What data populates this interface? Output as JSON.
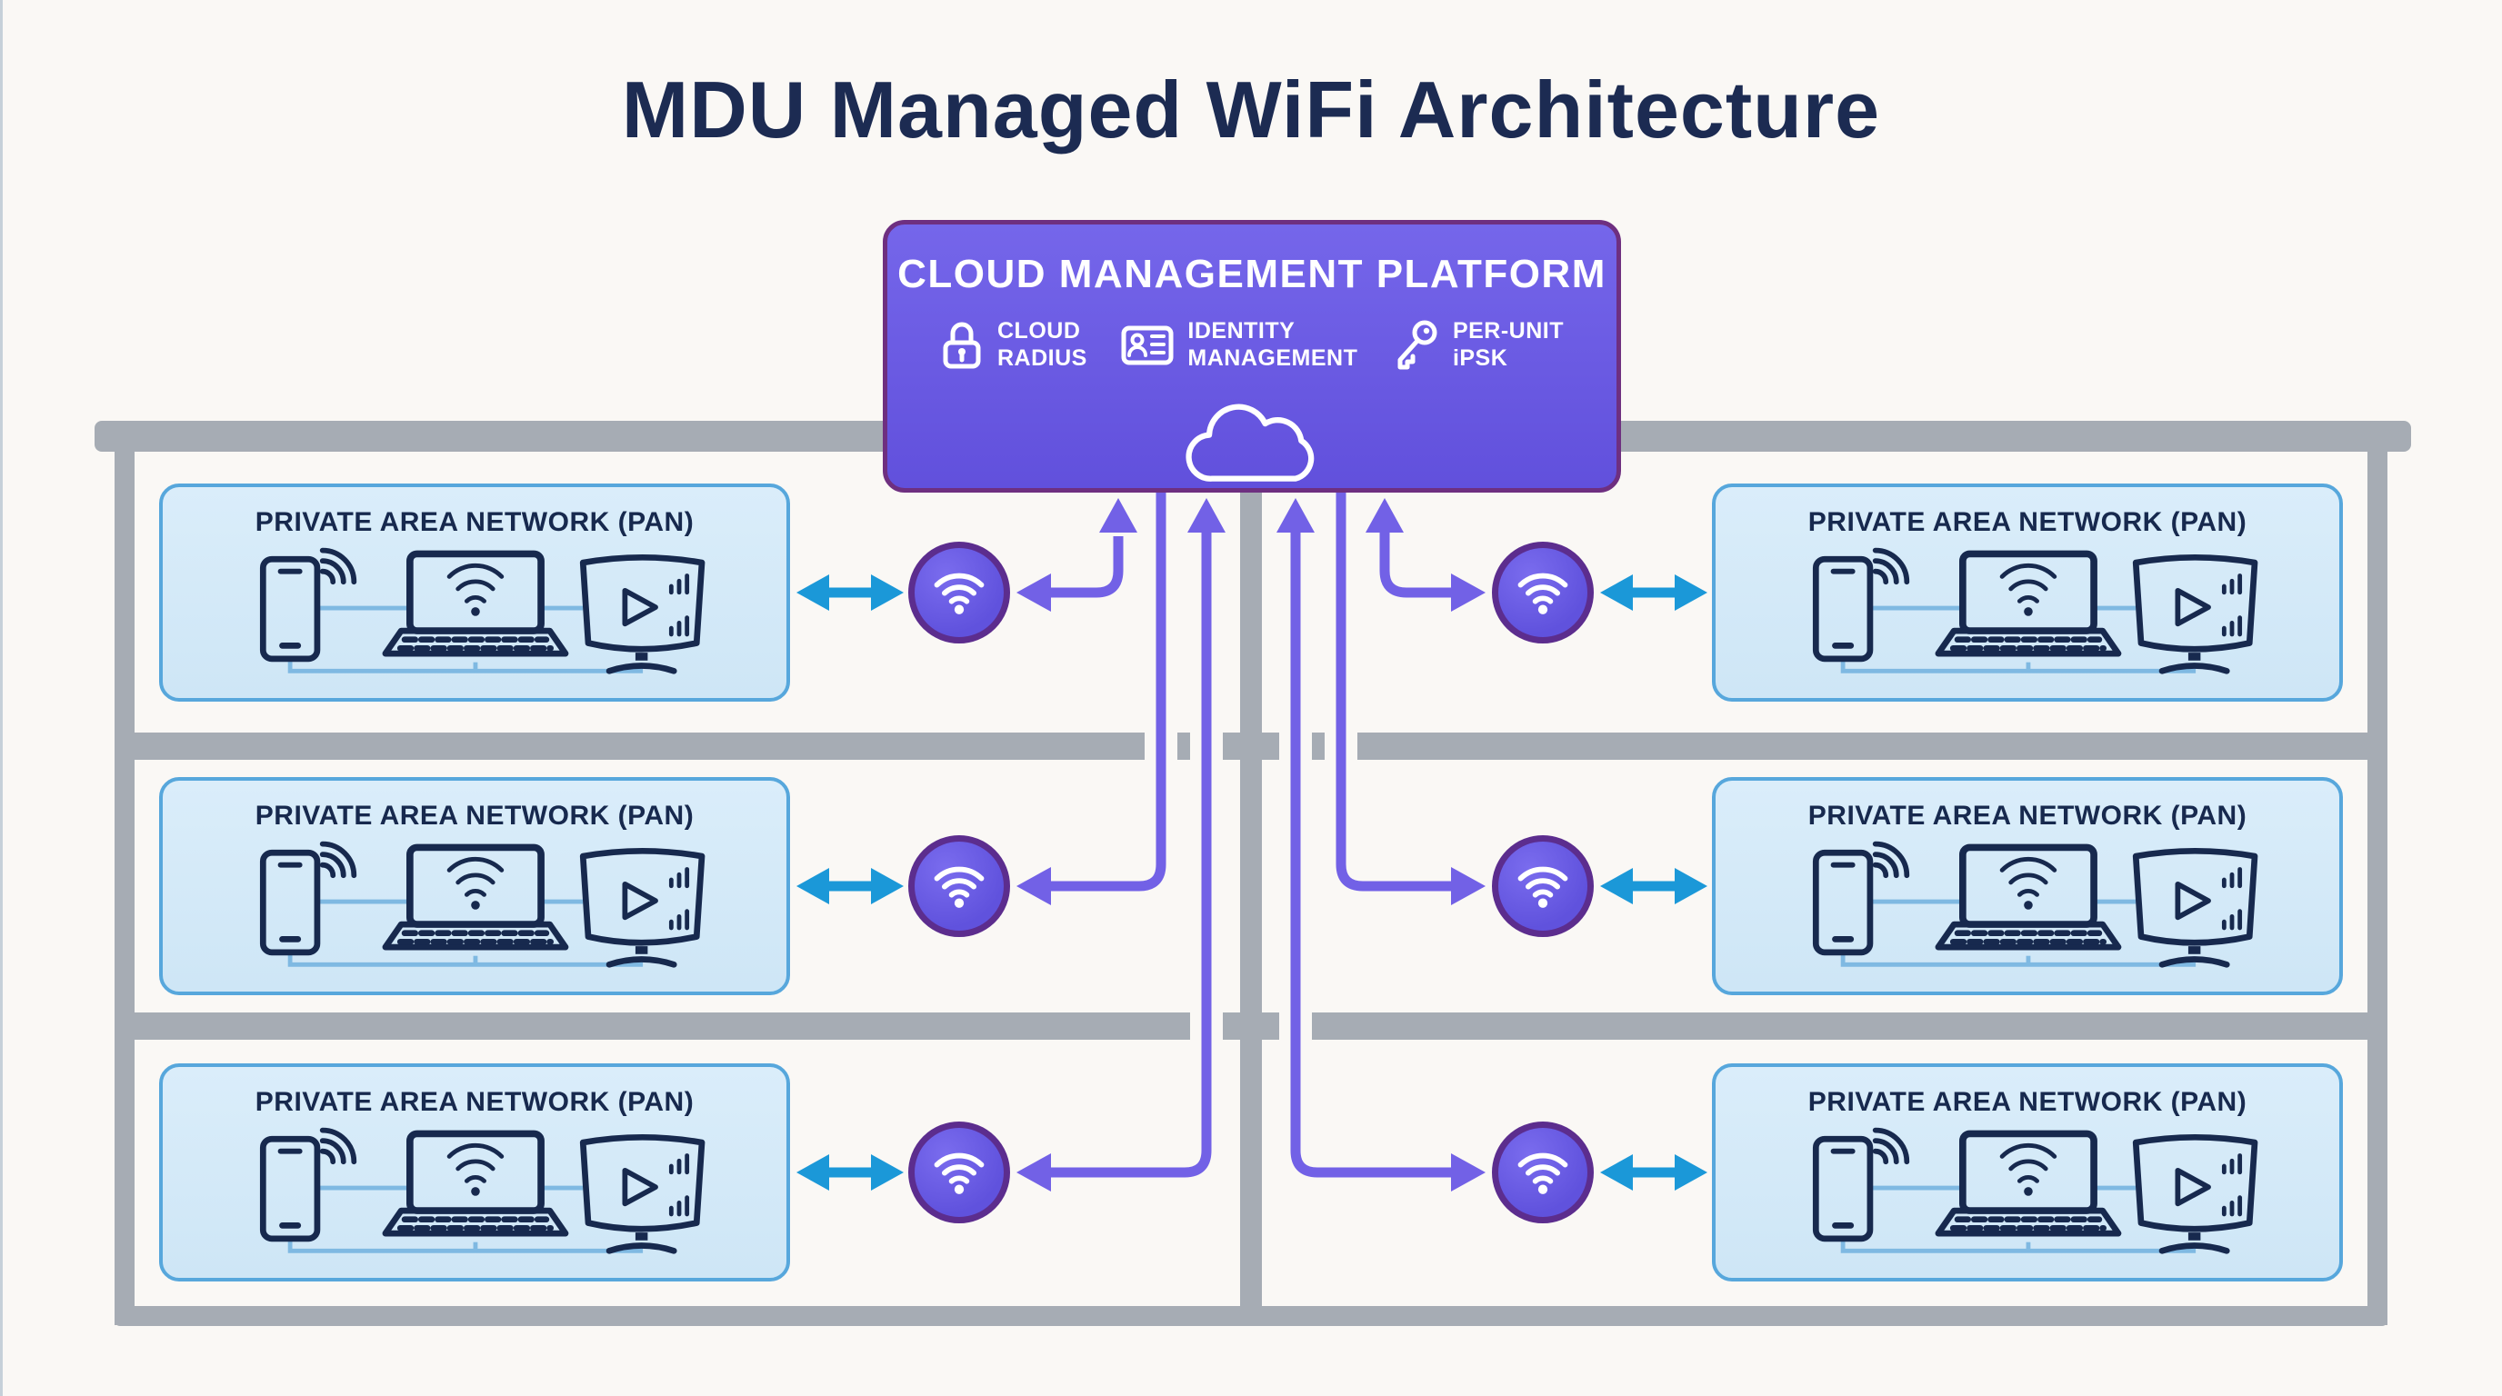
{
  "page": {
    "title": "MDU Managed WiFi Architecture"
  },
  "cloud_platform": {
    "title": "CLOUD MANAGEMENT PLATFORM",
    "features": [
      {
        "icon": "lock-icon",
        "line1": "CLOUD",
        "line2": "RADIUS"
      },
      {
        "icon": "id-card-icon",
        "line1": "IDENTITY",
        "line2": "MANAGEMENT"
      },
      {
        "icon": "key-icon",
        "line1": "PER-UNIT",
        "line2": "iPSK"
      }
    ],
    "bottom_icon": "cloud-icon"
  },
  "building": {
    "floors": 3,
    "units_per_floor": 2
  },
  "pan_unit": {
    "title": "PRIVATE AREA NETWORK (PAN)",
    "devices": [
      "smartphone-icon",
      "laptop-icon",
      "smart-tv-icon"
    ]
  },
  "access_point": {
    "icon": "wifi-icon",
    "count": 6
  },
  "colors": {
    "bg": "#faf8f5",
    "navy": "#17294e",
    "title_navy": "#1c2b52",
    "gray": "#a6acb4",
    "purple_line": "#7261e6",
    "purple_border": "#6e2f80",
    "ap_border": "#5c2d8e",
    "blue": "#1b98d8",
    "pan_border": "#57a7dc",
    "light_blue": "#7fb9e2"
  }
}
